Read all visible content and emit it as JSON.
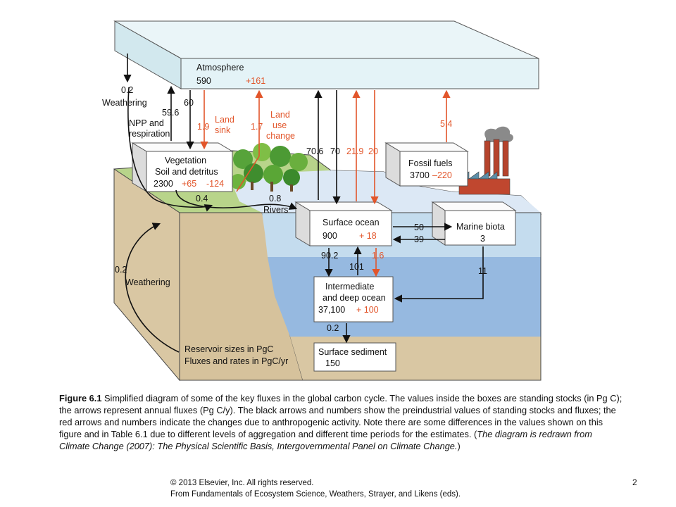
{
  "diagram": {
    "reservoirs": {
      "atmosphere": {
        "name": "Atmosphere",
        "stock": "590",
        "change": "+161"
      },
      "vegetation": {
        "line1": "Vegetation",
        "line2": "Soil and detritus",
        "stock": "2300",
        "change1": "+65",
        "change2": "-124"
      },
      "fossil_fuels": {
        "name": "Fossil fuels",
        "stock": "3700",
        "change": "–220"
      },
      "surface_ocean": {
        "name": "Surface ocean",
        "stock": "900",
        "change": "+ 18"
      },
      "marine_biota": {
        "name": "Marine biota",
        "stock": "3"
      },
      "deep_ocean": {
        "line1": "Intermediate",
        "line2": "and deep ocean",
        "stock": "37,100",
        "change": "+ 100"
      },
      "surface_sediment": {
        "name": "Surface sediment",
        "stock": "150"
      }
    },
    "fluxes": {
      "weathering_top": {
        "value": "0.2",
        "label": "Weathering"
      },
      "npp": {
        "value": "59.6",
        "label1": "NPP and",
        "label2": "respiration"
      },
      "respiration_down": {
        "value": "60"
      },
      "land_sink": {
        "value": "1.9",
        "label1": "Land",
        "label2": "sink"
      },
      "land_use": {
        "value": "1.7",
        "label1": "Land",
        "label2": "use",
        "label3": "change"
      },
      "ocean_release": {
        "value": "70.6"
      },
      "ocean_uptake": {
        "value": "70"
      },
      "anthro_ocean_up": {
        "value": "21.9"
      },
      "anthro_ocean_down": {
        "value": "20"
      },
      "fossil_emission": {
        "value": "5.4"
      },
      "soil_flux": {
        "value": "0.4"
      },
      "rivers": {
        "value": "0.8",
        "label": "Rivers"
      },
      "to_biota": {
        "value": "50"
      },
      "from_biota": {
        "value": "39"
      },
      "downwelling": {
        "value": "90.2"
      },
      "upwelling": {
        "value": "101"
      },
      "anthro_deep": {
        "value": "1.6"
      },
      "biota_to_deep": {
        "value": "11"
      },
      "sedimentation": {
        "value": "0.2"
      },
      "weathering_bottom": {
        "value": "0.2",
        "label": "Weathering"
      }
    },
    "legend": {
      "line1": "Reservoir sizes in PgC",
      "line2": "Fluxes and rates in PgC/yr"
    }
  },
  "caption": {
    "label": "Figure 6.1",
    "text": " Simplified diagram of some of the key fluxes in the global carbon cycle. The values inside the boxes are standing stocks (in Pg C); the arrows represent annual fluxes (Pg C/y). The black arrows and numbers show the preindustrial values of standing stocks and fluxes; the red arrows and numbers indicate the changes due to anthropogenic activity. Note there are some differences in the values shown on this figure and in Table 6.1 due to different levels of aggregation and different time periods for the estimates. (",
    "credit": "The diagram is redrawn from Climate Change (2007): The Physical Scientific Basis, Intergovernmental Panel on Climate Change.",
    "close": ")"
  },
  "footer": {
    "copyright": "© 2013 Elsevier, Inc. All rights reserved.",
    "source": "From Fundamentals of Ecosystem Science, Weathers, Strayer, and Likens (eds)."
  },
  "page_number": "2",
  "colors": {
    "anthropogenic": "#e2552a",
    "preindustrial": "#111111",
    "sky_box": "#e4f3f7",
    "land_top": "#b8d48a",
    "ground": "#d9c7a3",
    "ocean_surface": "#c4dcee",
    "ocean_deep": "#96b9e0"
  }
}
